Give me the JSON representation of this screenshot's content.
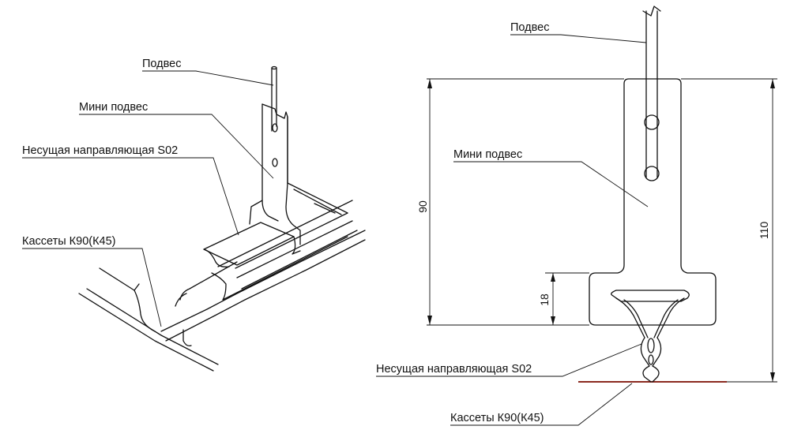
{
  "left_view": {
    "labels": {
      "suspension": "Подвес",
      "mini_suspension": "Мини подвес",
      "carrier_rail": "Несущая направляющая S02",
      "cassettes": "Кассеты К90(К45)"
    }
  },
  "right_view": {
    "labels": {
      "suspension": "Подвес",
      "mini_suspension": "Мини подвес",
      "carrier_rail": "Несущая направляющая S02",
      "cassettes": "Кассеты К90(К45)"
    },
    "dimensions": {
      "height_90": "90",
      "height_110": "110",
      "height_18": "18"
    }
  },
  "colors": {
    "line": "#111111",
    "cassette_line": "#8b2a20"
  }
}
